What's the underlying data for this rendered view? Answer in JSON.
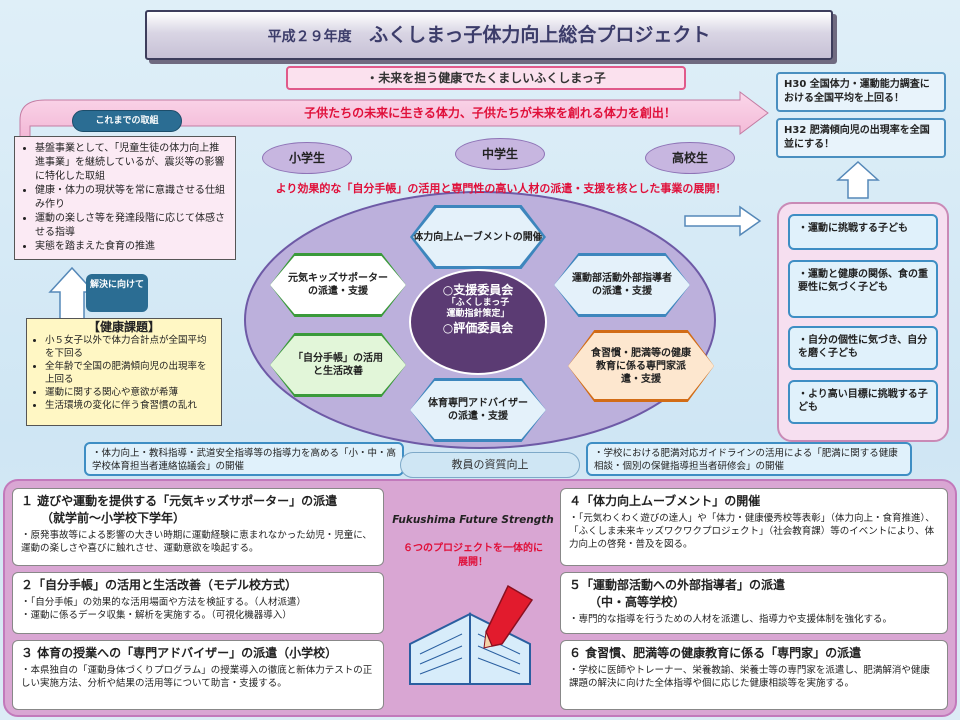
{
  "title": {
    "year": "平成２９年度",
    "main": "ふくしまっ子体力向上総合プロジェクト"
  },
  "slogan": "・未来を担う健康でたくましいふくしまっ子",
  "goals": [
    "H30 全国体力・運動能力調査における全国平均を上回る！",
    "H32 肥満傾向児の出現率を全国並にする！"
  ],
  "banner": "子供たちの未来に生きる体力、子供たちが未来を創れる体力を創出！",
  "stages": [
    "小学生",
    "中学生",
    "高校生"
  ],
  "strategy": "より効果的な「自分手帳」の活用と専門性の高い人材の派遣・支援を核とした事業の展開！",
  "past": {
    "label": "これまでの取組",
    "items": [
      "基盤事業として、「児童生徒の体力向上推進事業」を継続しているが、震災等の影響に特化した取組",
      "健康・体力の現状等を常に意識させる仕組み作り",
      "運動の楽しさ等を発達段階に応じて体感させる指導",
      "実態を踏まえた食育の推進"
    ]
  },
  "solve_label": "解決に向けて",
  "issues": {
    "heading": "【健康課題】",
    "items": [
      "小５女子以外で体力合計点が全国平均を下回る",
      "全年齢で全国の肥満傾向児の出現率を上回る",
      "運動に関する関心や意欲が希薄",
      "生活環境の変化に伴う食習慣の乱れ"
    ]
  },
  "center": {
    "line1": "○支援委員会",
    "line2": "「ふくしまっ子",
    "line3": "運動指針策定」",
    "line4": "○評価委員会"
  },
  "hexes": [
    "体力向上ムーブメントの開催",
    "元気キッズサポーターの派遣・支援",
    "運動部活動外部指導者の派遣・支援",
    "「自分手帳」の活用と生活改善",
    "食習慣・肥満等の健康教育に係る専門家派遣・支援",
    "体育専門アドバイザーの派遣・支援"
  ],
  "outcomes": [
    "・運動に挑戦する子ども",
    "・運動と健康の関係、食の重要性に気づく子ども",
    "・自分の個性に気づき、自分を磨く子ども",
    "・より高い目標に挑戦する子ども"
  ],
  "teacher_left": "・体力向上・教科指導・武道安全指導等の指導力を高める「小・中・高学校体育担当者連絡協議会」の開催",
  "teacher_center": "教員の資質向上",
  "teacher_right": "・学校における肥満対応ガイドラインの活用による「肥満に関する健康相談・個別の保健指導担当者研修会」の開催",
  "ffs": "Fukushima Future Strength",
  "unify": "６つのプロジェクトを一体的に展開！",
  "projects": [
    {
      "title": "１ 遊びや運動を提供する「元気キッズサポーター」の派遣",
      "sub": "（就学前～小学校下学年）",
      "desc": "・原発事故等による影響の大きい時期に運動経験に恵まれなかった幼児・児童に、運動の楽しさや喜びに触れさせ、運動意欲を喚起する。"
    },
    {
      "title": "２「自分手帳」の活用と生活改善（モデル校方式）",
      "sub": "",
      "desc": "・「自分手帳」の効果的な活用場面や方法を検証する。（人材派遣）\n・運動に係るデータ収集・解析を実施する。（可視化機器導入）"
    },
    {
      "title": "３ 体育の授業への「専門アドバイザー」の派遣（小学校）",
      "sub": "",
      "desc": "・本県独自の「運動身体づくりプログラム」の授業導入の徹底と新体力テストの正しい実施方法、分析や結果の活用等について助言・支援する。"
    },
    {
      "title": "４「体力向上ムーブメント」の開催",
      "sub": "",
      "desc": "・「元気わくわく遊びの達人」や「体力・健康優秀校等表彰」（体力向上・食育推進）、「ふくしま未来キッズワクワクプロジェクト」（社会教育課）等のイベントにより、体力向上の啓発・普及を図る。"
    },
    {
      "title": "５「運動部活動への外部指導者」の派遣",
      "sub": "（中・高等学校）",
      "desc": "・専門的な指導を行うための人材を派遣し、指導力や支援体制を強化する。"
    },
    {
      "title": "６ 食習慣、肥満等の健康教育に係る「専門家」の派遣",
      "sub": "",
      "desc": "・学校に医師やトレーナー、栄養教諭、栄養士等の専門家を派遣し、肥満解消や健康課題の解決に向けた全体指導や個に応じた健康相談等を実施する。"
    }
  ]
}
